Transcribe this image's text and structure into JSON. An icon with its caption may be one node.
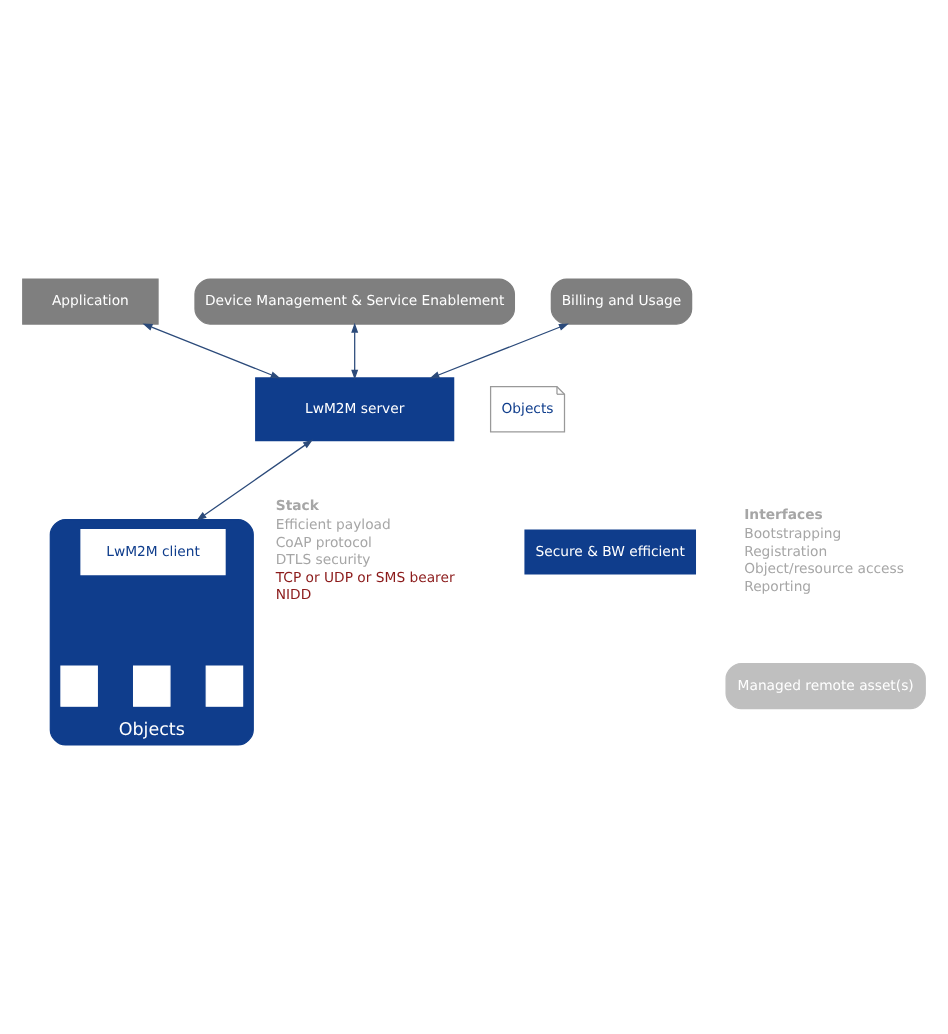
{
  "diagram": {
    "nodes": [
      {
        "text": [
          "Billing and Usage"
        ]
      },
      {
        "text": [
          "Device Management & Service Enablement"
        ]
      },
      {
        "text": [
          "Application"
        ]
      },
      {
        "text": [
          "LwM2M server"
        ]
      },
      {
        "text": [
          "Objects"
        ]
      },
      {
        "text": [
          "Objects"
        ]
      },
      {
        "text": [
          "LwM2M client"
        ],
        "in": 5
      },
      {
        "text": [],
        "shape": "box",
        "in": 5
      },
      {
        "text": [],
        "shape": "box",
        "in": 5
      },
      {
        "text": [],
        "shape": "box",
        "in": 5
      },
      {
        "text": [
          "Managed remote asset(s)"
        ]
      }
    ],
    "edges": [
      {
        "from": 0,
        "to": 3,
        "arrow": "both"
      },
      {
        "from": 1,
        "to": 3,
        "arrow": "both"
      },
      {
        "from": 2,
        "to": 3,
        "arrow": "both"
      },
      {
        "from": 3,
        "to": 5,
        "arrow": "both"
      }
    ],
    "labels": [
      "Secure & BW efficient",
      "Interfaces",
      "Bootstrapping",
      "Registration",
      "Object/resource access",
      "Reporting",
      "Stack",
      "Efficient payload",
      "CoAP protocol",
      "DTLS security",
      "TCP or UDP or SMS bearer",
      "NIDD"
    ]
  }
}
